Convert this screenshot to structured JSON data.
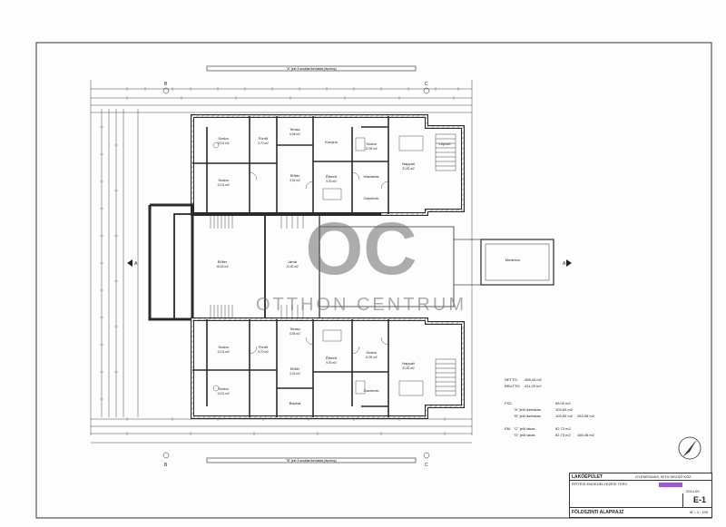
{
  "dimension_bars": {
    "top": "\"A\" jelű 3 szobás ikerlakás (épvény)",
    "bottom": "\"B\" jelű 3 szobás ikerlakás (épvény)"
  },
  "rooms": {
    "top": [
      {
        "name": "Szoba",
        "area": "13,01 m2"
      },
      {
        "name": "Fürdő",
        "area": "5,70 m2"
      },
      {
        "name": "Terasz",
        "area": "5,06 m2"
      },
      {
        "name": "Szoba",
        "area": "13,01 m2"
      },
      {
        "name": "Nappali",
        "area": "31,52 m2"
      },
      {
        "name": "Előtér",
        "area": "3,02 m2"
      },
      {
        "name": "Konyha",
        "area": ""
      },
      {
        "name": "Étkező",
        "area": "9,00 m2"
      },
      {
        "name": "Szoba",
        "area": "12,95 m2"
      },
      {
        "name": "Háztartás",
        "area": ""
      },
      {
        "name": "Garderob",
        "area": ""
      },
      {
        "name": "Lépcső",
        "area": ""
      }
    ],
    "middle": [
      {
        "name": "Előtér",
        "area": "18,18 m2"
      },
      {
        "name": "Járda",
        "area": "12,00 m2"
      },
      {
        "name": "Medence",
        "area": ""
      }
    ],
    "bottom": [
      {
        "name": "Szoba",
        "area": "13,01 m2"
      },
      {
        "name": "Fürdő",
        "area": "5,70 m2"
      },
      {
        "name": "Terasz",
        "area": "5,06 m2"
      },
      {
        "name": "Szoba",
        "area": "13,01 m2"
      },
      {
        "name": "Nappali",
        "area": "31,52 m2"
      },
      {
        "name": "Előtér",
        "area": "3,02 m2"
      },
      {
        "name": "Étkező",
        "area": "9,00 m2"
      },
      {
        "name": "Szoba",
        "area": "12,95 m2"
      },
      {
        "name": "Bejárat",
        "area": ""
      },
      {
        "name": "Garderob",
        "area": ""
      }
    ]
  },
  "area_summary": {
    "netto_label": "NETTO:",
    "netto_value": "458,44 m2",
    "brutto_label": "BRUTTO:",
    "brutto_value": "411,00 m2",
    "fsz_label": "FSZ:",
    "fsz_a": "65,00 m2",
    "fsz_b_label": "\"A\" jelű ikerlakás",
    "fsz_b": "109,50 m2",
    "fsz_c_label": "\"B\" jelű ikerlakás",
    "fsz_c": "109,50 m2",
    "fsz_total": "283,98 m2",
    "em_label": "EM:",
    "em_c_label": "\"C\" jelű lakás",
    "em_c": "82,73 m2",
    "em_d_label": "\"D\" jelű lakás",
    "em_d": "82,73 m2",
    "em_total": "165,46 m2"
  },
  "watermark": {
    "logo": "OC",
    "text": "OTTHON CENTRUM"
  },
  "section_marks": {
    "a_left": "A",
    "a_right": "A",
    "b_top": "B",
    "b_bottom": "B",
    "c_top": "C",
    "c_bottom": "C"
  },
  "title_block": {
    "project": "LAKÓÉPÜLET",
    "location": "GYENESDIÁS, BITH DEZSŐ KÖZ",
    "subtitle": "ÉPÍTÉSI ENGEDÉLYEZÉSI TERV",
    "sheet": "E-1",
    "drawing_title": "FÖLDSZINTI ALAPRAJZ",
    "scale": "M = 1 : 100",
    "date": "2014.05."
  },
  "colors": {
    "line": "#2a2a2a",
    "wall": "#3a3a3a",
    "watermark": "#6b6b6b",
    "accent": "#9b59d0"
  }
}
